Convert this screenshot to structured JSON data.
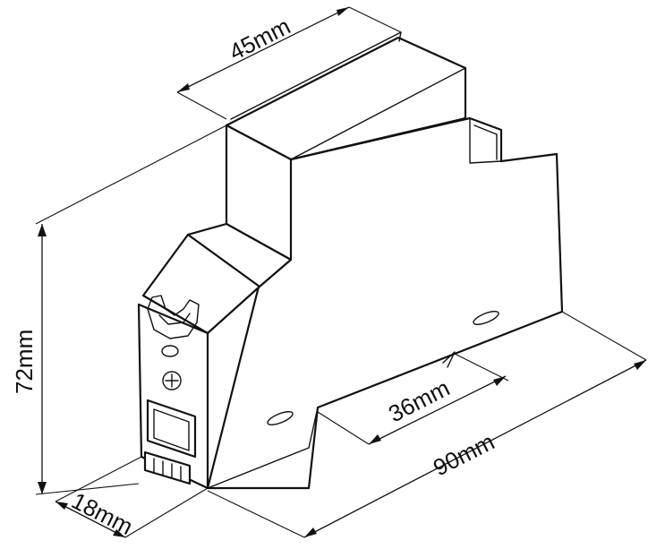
{
  "dimensions": {
    "width_top": "45mm",
    "height": "72mm",
    "depth_front": "18mm",
    "length": "90mm",
    "module_width": "36mm"
  }
}
